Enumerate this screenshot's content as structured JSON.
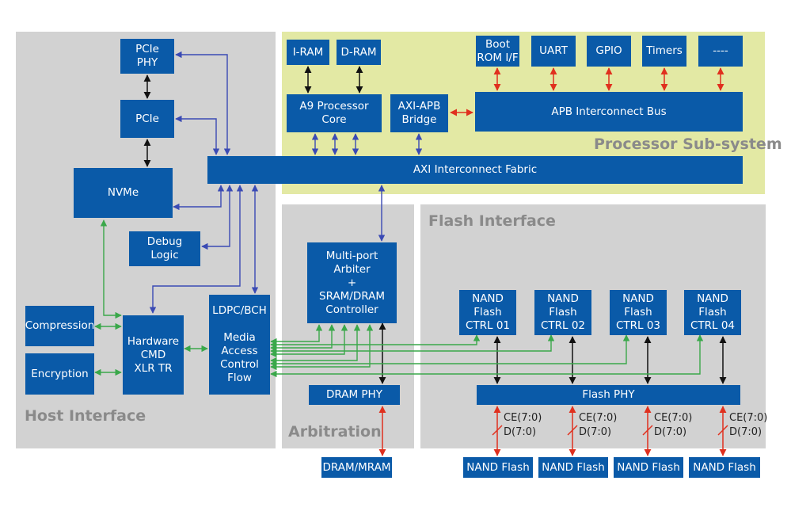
{
  "regions": {
    "host": "Host Interface",
    "processor": "Processor Sub-system",
    "arbitration": "Arbitration",
    "flash": "Flash Interface"
  },
  "blocks": {
    "pcie_phy": "PCIe\nPHY",
    "pcie": "PCIe",
    "nvme": "NVMe",
    "debug": "Debug\nLogic",
    "compression": "Compression",
    "encryption": "Encryption",
    "hw_cmd": "Hardware\nCMD\nXLR TR",
    "ldpc": "LDPC/BCH\n\nMedia\nAccess\nControl\nFlow",
    "iram": "I-RAM",
    "dram_block": "D-RAM",
    "boot_rom": "Boot\nROM I/F",
    "uart": "UART",
    "gpio": "GPIO",
    "timers": "Timers",
    "more": "----",
    "a9": "A9 Processor\nCore",
    "axi_apb": "AXI-APB\nBridge",
    "apb_bus": "APB Interconnect Bus",
    "axi_fabric": "AXI Interconnect Fabric",
    "arbiter": "Multi-port\nArbiter\n+\nSRAM/DRAM\nController",
    "dram_phy": "DRAM PHY",
    "dram_mram": "DRAM/MRAM",
    "nand_ctrl_1": "NAND\nFlash\nCTRL 01",
    "nand_ctrl_2": "NAND\nFlash\nCTRL 02",
    "nand_ctrl_3": "NAND\nFlash\nCTRL 03",
    "nand_ctrl_4": "NAND\nFlash\nCTRL 04",
    "flash_phy": "Flash PHY",
    "nand_flash_1": "NAND Flash",
    "nand_flash_2": "NAND Flash",
    "nand_flash_3": "NAND Flash",
    "nand_flash_4": "NAND Flash"
  },
  "signals": {
    "ch1": "CE(7:0)\nD(7:0)",
    "ch2": "CE(7:0)\nD(7:0)",
    "ch3": "CE(7:0)\nD(7:0)",
    "ch4": "CE(7:0)\nD(7:0)"
  },
  "colors": {
    "block": "#0a5aa8",
    "host_bg": "#d2d2d2",
    "processor_bg": "#e3e9a4",
    "region_label": "#8a8a8a",
    "axi_link": "#3a4ab4",
    "internal_link": "#111111",
    "peripheral_link": "#e0301e",
    "datapath_link": "#3aa84a"
  }
}
